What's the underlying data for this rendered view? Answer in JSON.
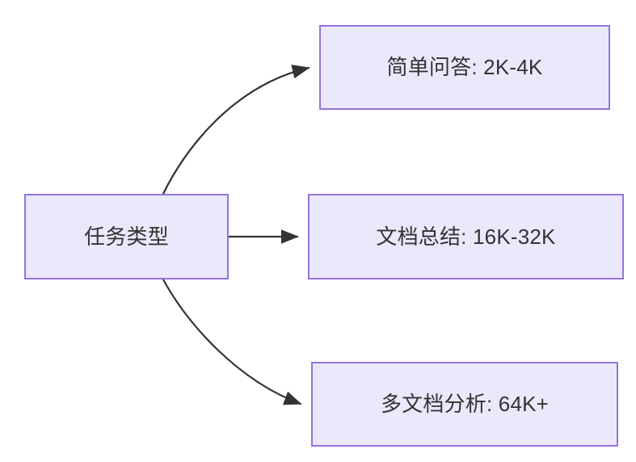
{
  "diagram": {
    "type": "flowchart",
    "direction": "left-to-right",
    "background_color": "#ffffff",
    "node_fill_color": "#eae8fb",
    "node_border_color": "#9573d9",
    "node_text_color": "#333333",
    "edge_color": "#333333",
    "root": {
      "id": "root",
      "label": "任务类型"
    },
    "nodes": [
      {
        "id": "simple-qa",
        "label": "简单问答: 2K-4K",
        "task": "简单问答",
        "context_length": "2K-4K"
      },
      {
        "id": "doc-sum",
        "label": "文档总结: 16K-32K",
        "task": "文档总结",
        "context_length": "16K-32K"
      },
      {
        "id": "multi-doc",
        "label": "多文档分析: 64K+",
        "task": "多文档分析",
        "context_length": "64K+"
      }
    ],
    "edges": [
      {
        "id": "edge-root-simple-qa",
        "from": "root",
        "to": "simple-qa",
        "label": "",
        "style": "curved-arrow"
      },
      {
        "id": "edge-root-doc-sum",
        "from": "root",
        "to": "doc-sum",
        "label": "",
        "style": "straight-arrow"
      },
      {
        "id": "edge-root-multi-doc",
        "from": "root",
        "to": "multi-doc",
        "label": "",
        "style": "curved-arrow"
      }
    ]
  }
}
